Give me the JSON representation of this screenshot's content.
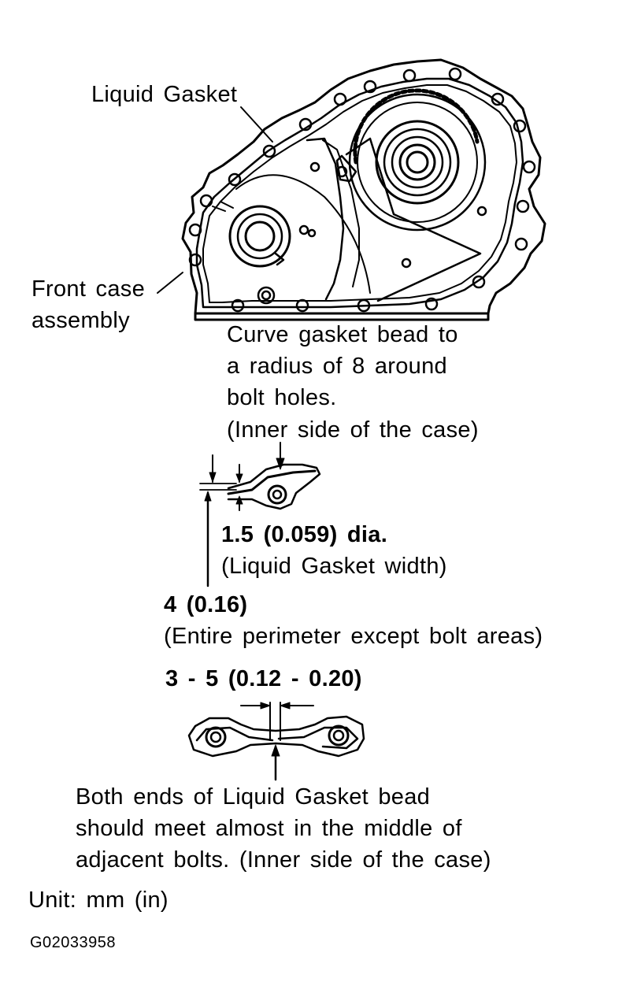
{
  "labels": {
    "liquid_gasket": "Liquid Gasket",
    "front_case_line1": "Front case",
    "front_case_line2": "assembly",
    "curve_note": [
      "Curve gasket bead to",
      "a radius of 8 around",
      "bolt holes.",
      "(Inner side of the case)"
    ],
    "bead_dia": "1.5 (0.059) dia.",
    "bead_dia_note": "(Liquid Gasket width)",
    "perimeter_dim": "4 (0.16)",
    "perimeter_note": "(Entire perimeter except bolt areas)",
    "overlap_dim": "3 - 5 (0.12 - 0.20)",
    "ends_note": [
      "Both ends of Liquid Gasket bead",
      "should meet almost in the middle of",
      "adjacent bolts. (Inner side of the case)"
    ],
    "unit": "Unit: mm (in)",
    "figure_id": "G02033958"
  },
  "colors": {
    "ink": "#000000",
    "paper": "#ffffff"
  }
}
